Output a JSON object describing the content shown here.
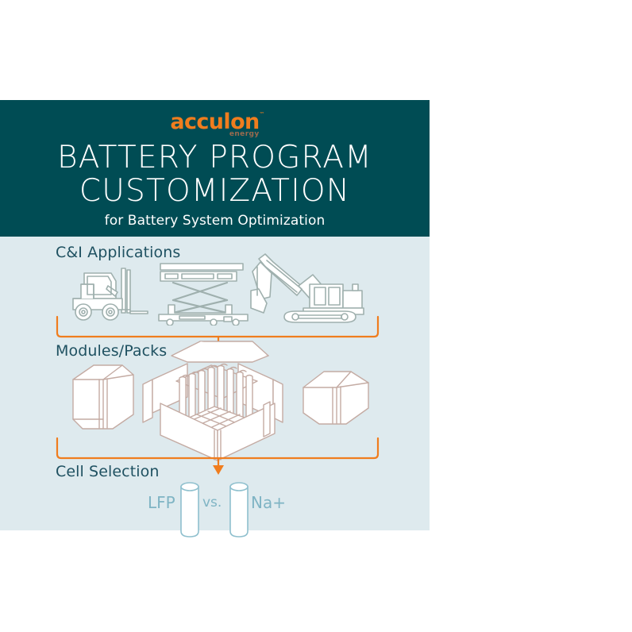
{
  "brand": {
    "logo_text": "acculon",
    "logo_tm": "™",
    "logo_sub": "energy",
    "logo_color": "#F07D1E",
    "header_bg": "#004C54",
    "panel_bg": "#DEEAEE",
    "accent_color": "#F07D1E",
    "label_color": "#1F5161",
    "tag_color": "#7FB4C4"
  },
  "header": {
    "title_line1": "BATTERY PROGRAM",
    "title_line2": "CUSTOMIZATION",
    "subtitle": "for Battery System Optimization"
  },
  "sections": {
    "applications": {
      "label": "C&I Applications",
      "icons": [
        "forklift-icon",
        "scissor-lift-icon",
        "excavator-icon"
      ]
    },
    "modules": {
      "label": "Modules/Packs",
      "icons": [
        "battery-module-tall-icon",
        "exploded-battery-pack-icon",
        "battery-module-cube-icon"
      ]
    },
    "cells": {
      "label": "Cell Selection",
      "chemistry_left": "LFP",
      "versus": "vs.",
      "chemistry_right": "Na+",
      "icons": [
        "cylindrical-cell-icon",
        "cylindrical-cell-icon"
      ]
    }
  },
  "connectors": [
    {
      "name": "bracket-applications-to-modules",
      "direction": "down"
    },
    {
      "name": "bracket-modules-to-cells",
      "direction": "down"
    }
  ]
}
